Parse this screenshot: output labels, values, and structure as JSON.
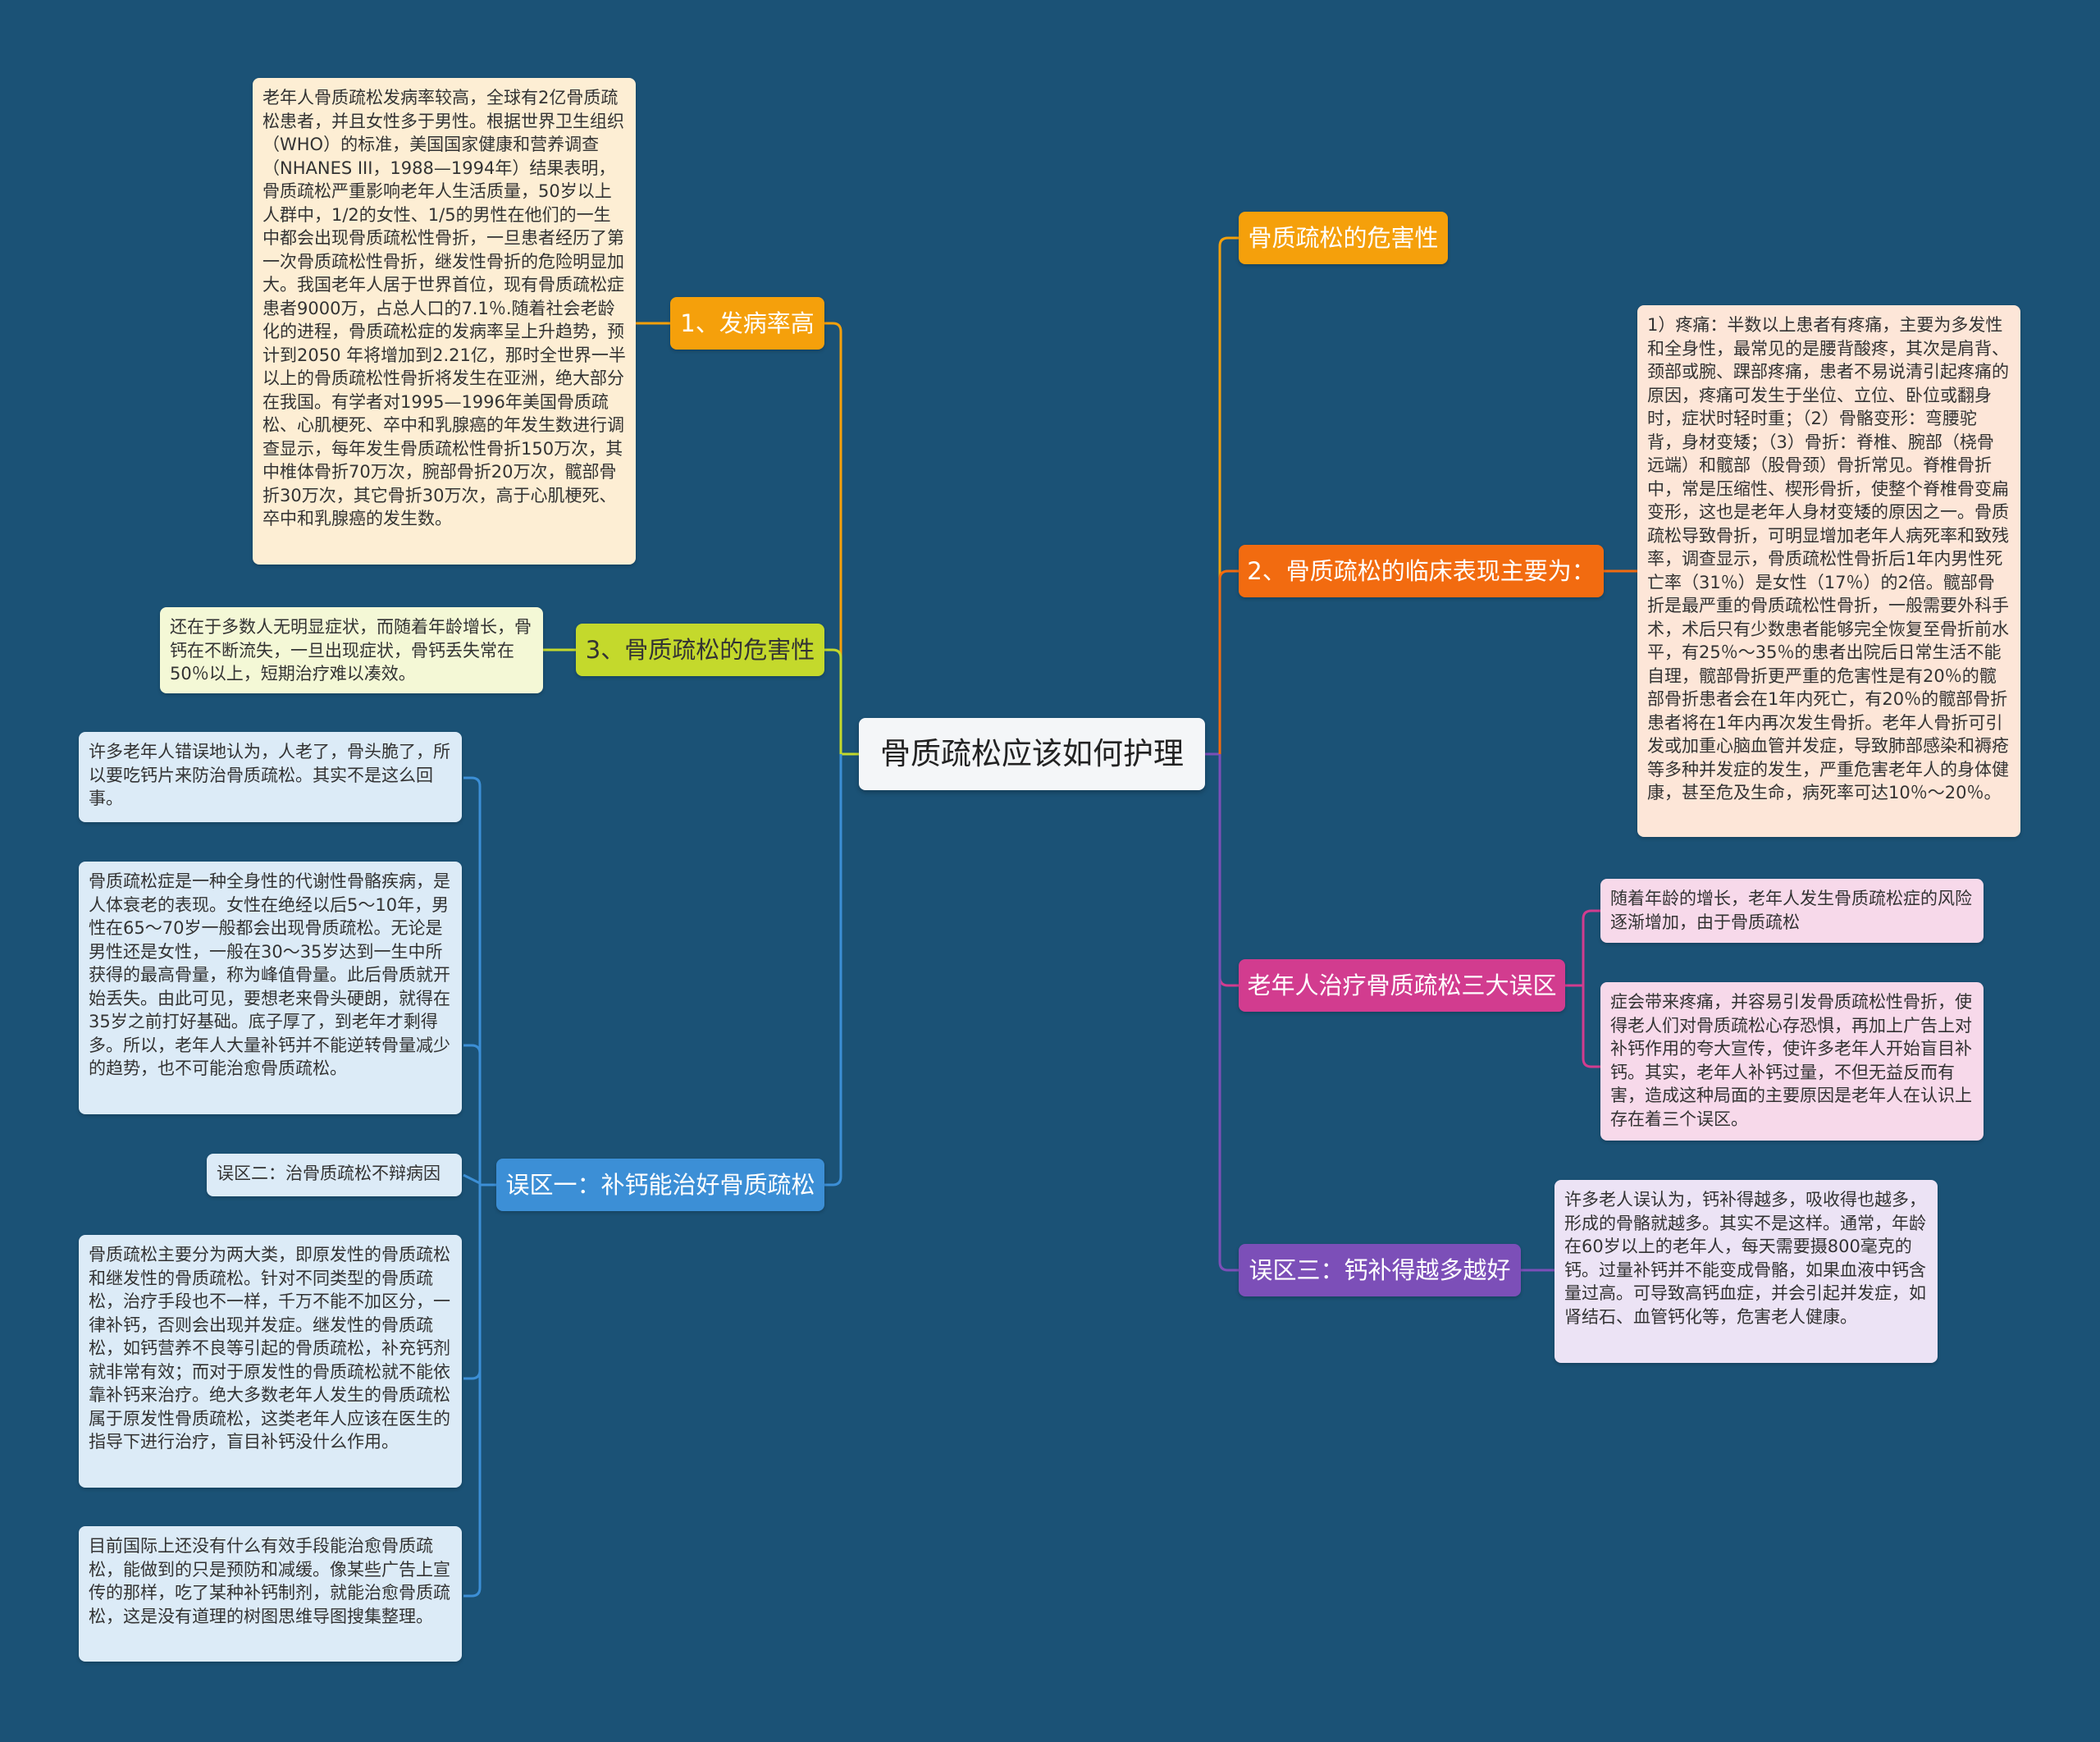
{
  "root": "骨质疏松应该如何护理",
  "colors": {
    "background": "#1b5276",
    "orange": "#f5a00b",
    "red_orange": "#f26b10",
    "lime": "#c4d92c",
    "blue": "#3c8fd6",
    "magenta": "#d23c8f",
    "purple": "#7c4fb8"
  },
  "branches": {
    "fabinglv": {
      "label": "1、发病率高",
      "leaf": "老年人骨质疏松发病率较高，全球有2亿骨质疏松患者，并且女性多于男性。根据世界卫生组织（WHO）的标准，美国国家健康和营养调查（NHANES III，1988—1994年）结果表明，骨质疏松严重影响老年人生活质量，50岁以上人群中，1/2的女性、1/5的男性在他们的一生中都会出现骨质疏松性骨折，一旦患者经历了第一次骨质疏松性骨折，继发性骨折的危险明显加大。我国老年人居于世界首位，现有骨质疏松症患者9000万，占总人口的7.1％.随着社会老龄化的进程，骨质疏松症的发病率呈上升趋势，预计到2050 年将增加到2.21亿，那时全世界一半以上的骨质疏松性骨折将发生在亚洲，绝大部分在我国。有学者对1995—1996年美国骨质疏松、心肌梗死、卒中和乳腺癌的年发生数进行调查显示，每年发生骨质疏松性骨折150万次，其中椎体骨折70万次，腕部骨折20万次，髋部骨折30万次，其它骨折30万次，高于心肌梗死、卒中和乳腺癌的发生数。"
    },
    "weihai_left": {
      "label": "3、骨质疏松的危害性",
      "leaf": "还在于多数人无明显症状，而随着年龄增长，骨钙在不断流失，一旦出现症状，骨钙丢失常在50％以上，短期治疗难以凑效。"
    },
    "wuqu_one": {
      "label": "误区一：补钙能治好骨质疏松",
      "leaves": [
        "许多老年人错误地认为，人老了，骨头脆了，所以要吃钙片来防治骨质疏松。其实不是这么回事。",
        "骨质疏松症是一种全身性的代谢性骨骼疾病，是人体衰老的表现。女性在绝经以后5～10年，男性在65～70岁一般都会出现骨质疏松。无论是男性还是女性，一般在30～35岁达到一生中所获得的最高骨量，称为峰值骨量。此后骨质就开始丢失。由此可见，要想老来骨头硬朗，就得在35岁之前打好基础。底子厚了，到老年才剩得多。所以，老年人大量补钙并不能逆转骨量减少的趋势，也不可能治愈骨质疏松。",
        "误区二：治骨质疏松不辩病因",
        "骨质疏松主要分为两大类，即原发性的骨质疏松和继发性的骨质疏松。针对不同类型的骨质疏松，治疗手段也不一样，千万不能不加区分，一律补钙，否则会出现并发症。继发性的骨质疏松，如钙营养不良等引起的骨质疏松，补充钙剂就非常有效；而对于原发性的骨质疏松就不能依靠补钙来治疗。绝大多数老年人发生的骨质疏松属于原发性骨质疏松，这类老年人应该在医生的指导下进行治疗，盲目补钙没什么作用。",
        "目前国际上还没有什么有效手段能治愈骨质疏松，能做到的只是预防和减缓。像某些广告上宣传的那样，吃了某种补钙制剂，就能治愈骨质疏松，这是没有道理的树图思维导图搜集整理。"
      ]
    },
    "weihai_right": {
      "label": "骨质疏松的危害性"
    },
    "linchuang": {
      "label": "2、骨质疏松的临床表现主要为：",
      "leaf": "1）疼痛：半数以上患者有疼痛，主要为多发性和全身性，最常见的是腰背酸疼，其次是肩背、颈部或腕、踝部疼痛，患者不易说清引起疼痛的原因，疼痛可发生于坐位、立位、卧位或翻身时，症状时轻时重；（2）骨骼变形：弯腰驼背，身材变矮；（3）骨折：脊椎、腕部（桡骨远端）和髋部（股骨颈）骨折常见。脊椎骨折中，常是压缩性、楔形骨折，使整个脊椎骨变扁变形，这也是老年人身材变矮的原因之一。骨质疏松导致骨折，可明显增加老年人病死率和致残率，调查显示，骨质疏松性骨折后1年内男性死亡率（31％）是女性（17％）的2倍。髋部骨折是最严重的骨质疏松性骨折，一般需要外科手术，术后只有少数患者能够完全恢复至骨折前水平，有25％～35％的患者出院后日常生活不能自理，髋部骨折更严重的危害性是有20％的髋部骨折患者会在1年内死亡，有20％的髋部骨折患者将在1年内再次发生骨折。老年人骨折可引发或加重心脑血管并发症，导致肺部感染和褥疮等多种并发症的发生，严重危害老年人的身体健康，甚至危及生命，病死率可达10％～20％。"
    },
    "sanda_wuqu": {
      "label": "老年人治疗骨质疏松三大误区",
      "leaves": [
        "随着年龄的增长，老年人发生骨质疏松症的风险逐渐增加，由于骨质疏松",
        "症会带来疼痛，并容易引发骨质疏松性骨折，使得老人们对骨质疏松心存恐惧，再加上广告上对补钙作用的夸大宣传，使许多老年人开始盲目补钙。其实，老年人补钙过量，不但无益反而有害，造成这种局面的主要原因是老年人在认识上存在着三个误区。"
      ]
    },
    "wuqu_three": {
      "label": "误区三：钙补得越多越好",
      "leaf": "许多老人误认为，钙补得越多，吸收得也越多，形成的骨骼就越多。其实不是这样。通常，年龄在60岁以上的老年人，每天需要摄800毫克的钙。过量补钙并不能变成骨骼，如果血液中钙含量过高。可导致高钙血症，并会引起并发症，如肾结石、血管钙化等，危害老人健康。"
    }
  }
}
